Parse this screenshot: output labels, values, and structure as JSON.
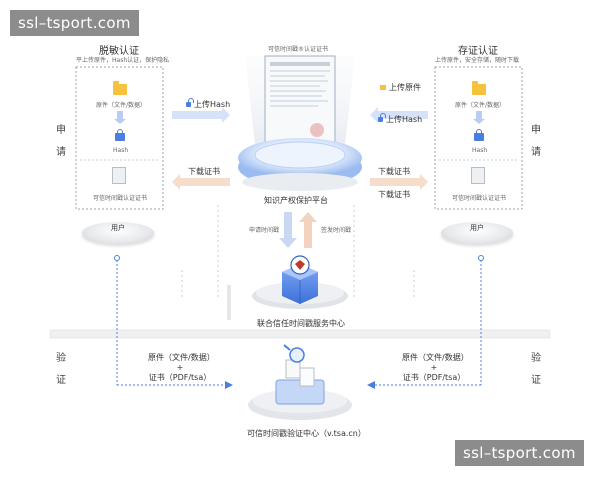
{
  "watermark_top": "ssl–tsport.com",
  "watermark_bottom": "ssl–tsport.com",
  "left_panel": {
    "title": "脱敏认证",
    "subtitle": "平上传原件，Hash认证，保护隐私",
    "original_label": "原件（文件/数据）",
    "hash_label": "Hash",
    "cert_label": "可信时间戳认证证书",
    "user_label": "用户"
  },
  "right_panel": {
    "title": "存证认证",
    "subtitle": "上传原件，安全存储，随时下载",
    "original_label": "原件（文件/数据）",
    "hash_label": "Hash",
    "cert_label": "可信时间戳认证证书",
    "user_label": "用户"
  },
  "apply_left": [
    "申",
    "请"
  ],
  "apply_right": [
    "申",
    "请"
  ],
  "verify_left": [
    "验",
    "证"
  ],
  "verify_right": [
    "验",
    "证"
  ],
  "arrows": {
    "upload_hash_left": "上传Hash",
    "download_cert_left": "下载证书",
    "upload_original_right": "上传原件",
    "upload_hash_right": "上传Hash",
    "download_cert_right": "下载证书",
    "apply_timestamp": "申请时间戳",
    "issue_timestamp": "签发时间戳"
  },
  "certificate_caption": "可信时间戳®认证证书",
  "platform_label": "知识产权保护平台",
  "tsa_label": "联合信任时间戳服务中心",
  "verify_center_label": "可信时间戳验证中心（v.tsa.cn）",
  "verify_inputs_left": {
    "line1": "原件（文件/数据）",
    "plus": "+",
    "line2": "证书（PDF/tsa）"
  },
  "verify_inputs_right": {
    "line1": "原件（文件/数据）",
    "plus": "+",
    "line2": "证书（PDF/tsa）"
  },
  "colors": {
    "arrow_blue": "#c9d8f2",
    "arrow_orange": "#f3d3bf",
    "platform_blue": "#5b8def",
    "dashed_line": "#4a7fe0"
  }
}
